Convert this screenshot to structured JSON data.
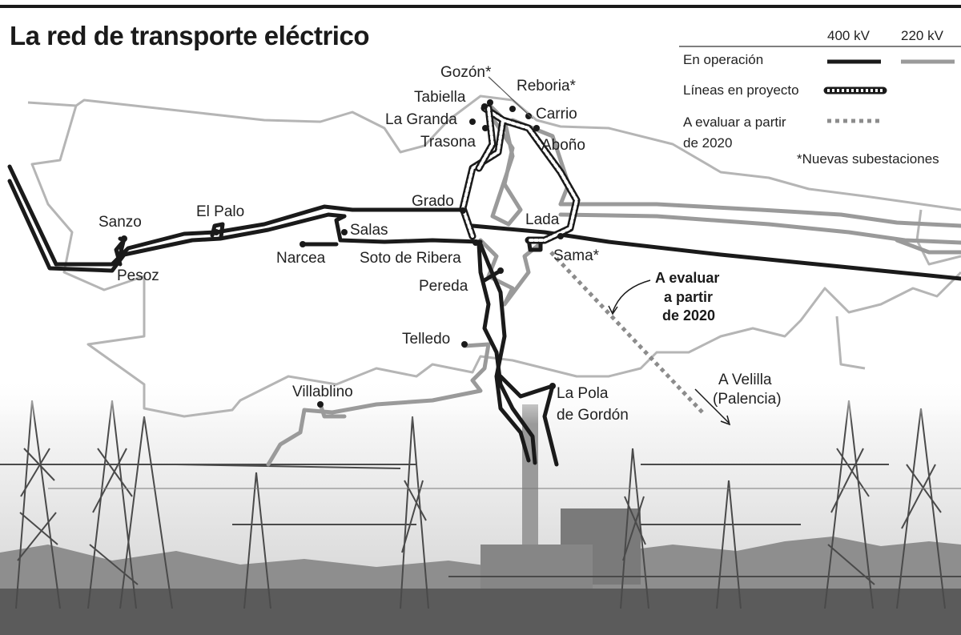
{
  "title": "La red de transporte eléctrico",
  "legend": {
    "col_400": "400 kV",
    "col_220": "220 kV",
    "in_operation": "En operación",
    "in_project": "Líneas en proyecto",
    "to_evaluate_line1": "A evaluar a partir",
    "to_evaluate_line2": "de 2020",
    "new_substations_note": "*Nuevas subestaciones"
  },
  "colors": {
    "line_400kv": "#1a1a1a",
    "line_220kv": "#9a9a9a",
    "project_line": "#1a1a1a",
    "evaluate_line": "#8c8c8c",
    "border": "#b5b5b5"
  },
  "places": {
    "gozon": "Gozón*",
    "reboria": "Reboria*",
    "tabiella": "Tabiella",
    "carrio": "Carrio",
    "la_granda": "La Granda",
    "abono": "Aboño",
    "trasona": "Trasona",
    "grado": "Grado",
    "lada": "Lada",
    "el_palo": "El Palo",
    "sanzo": "Sanzo",
    "salas": "Salas",
    "narcea": "Narcea",
    "soto_de_ribera": "Soto de Ribera",
    "sama": "Sama*",
    "pesoz": "Pesoz",
    "pereda": "Pereda",
    "telledo": "Telledo",
    "villablino": "Villablino",
    "la_pola_line1": "La Pola",
    "la_pola_line2": "de Gordón"
  },
  "annotations": {
    "evaluate_line1": "A evaluar",
    "evaluate_line2": "a partir",
    "evaluate_line3": "de 2020",
    "velilla_line1": "A Velilla",
    "velilla_line2": "(Palencia)"
  }
}
